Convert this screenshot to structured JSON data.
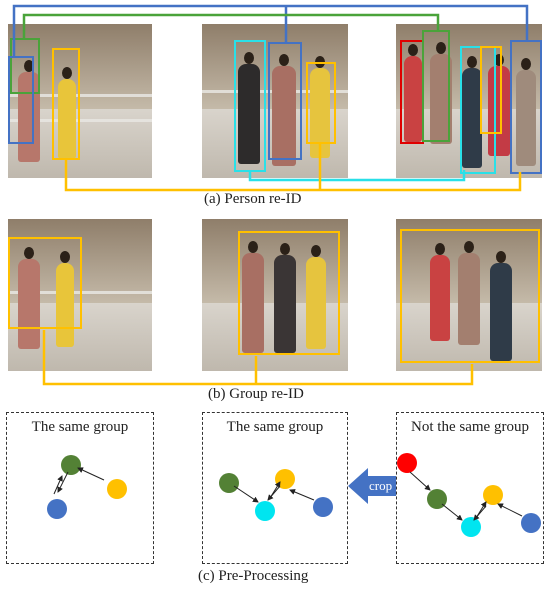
{
  "captions": {
    "a": "(a) Person re-ID",
    "b": "(b) Group re-ID",
    "c": "(c)  Pre-Processing"
  },
  "panels": {
    "left_title": "The same group",
    "middle_title": "The same group",
    "right_title": "Not the same group"
  },
  "crop_label": "crop",
  "colors": {
    "green": "#4aa33a",
    "blue": "#4472c4",
    "yellow": "#ffc000",
    "cyan": "#29e0e8",
    "red": "#e00000",
    "node_green": "#538135",
    "node_blue": "#4472c4",
    "node_yellow": "#ffc000",
    "node_cyan": "#00e5f0",
    "node_red": "#ff0000",
    "crop_arrow": "#4472c4"
  }
}
